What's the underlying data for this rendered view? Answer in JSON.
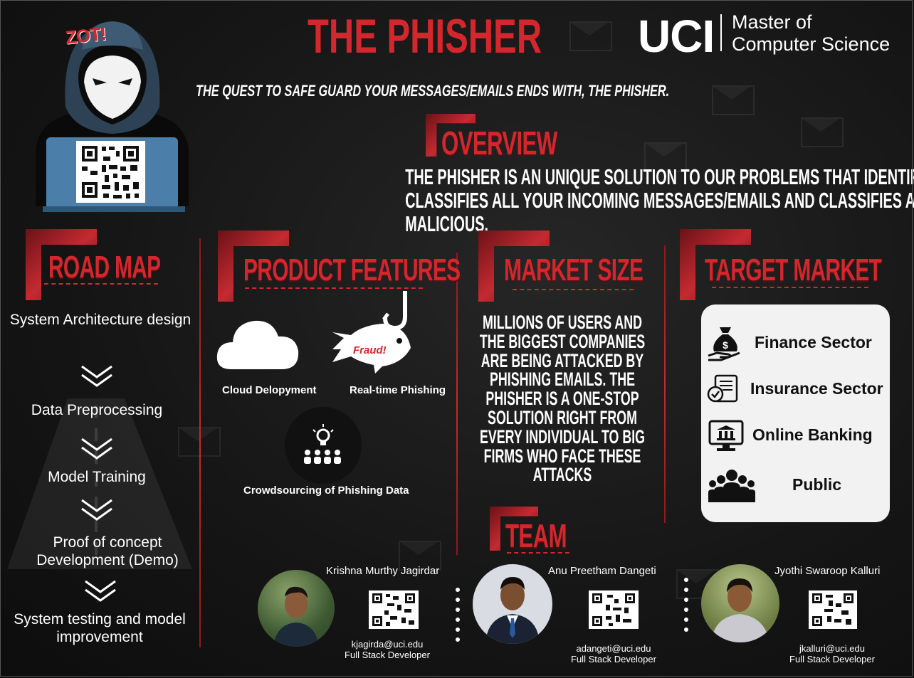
{
  "header": {
    "title": "THE PHISHER",
    "tagline": "THE QUEST TO SAFE GUARD YOUR MESSAGES/EMAILS ENDS WITH, THE PHISHER.",
    "logo_text": "UCI",
    "program": "Master of Computer Science",
    "hacker_badge": "ZOT!"
  },
  "overview": {
    "heading": "OVERVIEW",
    "text": "THE PHISHER IS AN UNIQUE SOLUTION TO OUR PROBLEMS THAT IDENTIFIES AND CLASSIFIES ALL YOUR INCOMING MESSAGES/EMAILS AND CLASSIFIES AS SAFE OR MALICIOUS."
  },
  "road_map": {
    "heading": "ROAD MAP",
    "steps": [
      "System Architecture design",
      "Data Preprocessing",
      "Model Training",
      "Proof of concept Development (Demo)",
      "System testing and model improvement"
    ]
  },
  "product_features": {
    "heading": "PRODUCT FEATURES",
    "fish_label": "Fraud!",
    "items": [
      {
        "label": "Cloud Delopyment",
        "icon": "cloud-icon"
      },
      {
        "label": "Real-time Phishing",
        "icon": "fish-hook-icon"
      },
      {
        "label": "Crowdsourcing of Phishing Data",
        "icon": "crowd-idea-icon"
      }
    ]
  },
  "market_size": {
    "heading": "MARKET SIZE",
    "text": "MILLIONS OF USERS AND THE BIGGEST COMPANIES ARE BEING ATTACKED BY PHISHING EMAILS. THE PHISHER IS A ONE-STOP SOLUTION RIGHT FROM EVERY INDIVIDUAL TO BIG FIRMS WHO FACE THESE ATTACKS"
  },
  "target_market": {
    "heading": "TARGET MARKET",
    "items": [
      {
        "label": "Finance Sector",
        "icon": "money-bag-icon"
      },
      {
        "label": "Insurance Sector",
        "icon": "insurance-document-icon"
      },
      {
        "label": "Online Banking",
        "icon": "online-bank-icon"
      },
      {
        "label": "Public",
        "icon": "people-group-icon"
      }
    ]
  },
  "team": {
    "heading": "TEAM",
    "members": [
      {
        "name": "Krishna Murthy Jagirdar",
        "email": "kjagirda@uci.edu",
        "role": "Full Stack Developer"
      },
      {
        "name": "Anu Preetham Dangeti",
        "email": "adangeti@uci.edu",
        "role": "Full Stack Developer"
      },
      {
        "name": "Jyothi Swaroop Kalluri",
        "email": "jkalluri@uci.edu",
        "role": "Full Stack Developer"
      }
    ]
  },
  "colors": {
    "accent": "#d3262d",
    "background": "#141414",
    "card": "#f2f2f2"
  }
}
